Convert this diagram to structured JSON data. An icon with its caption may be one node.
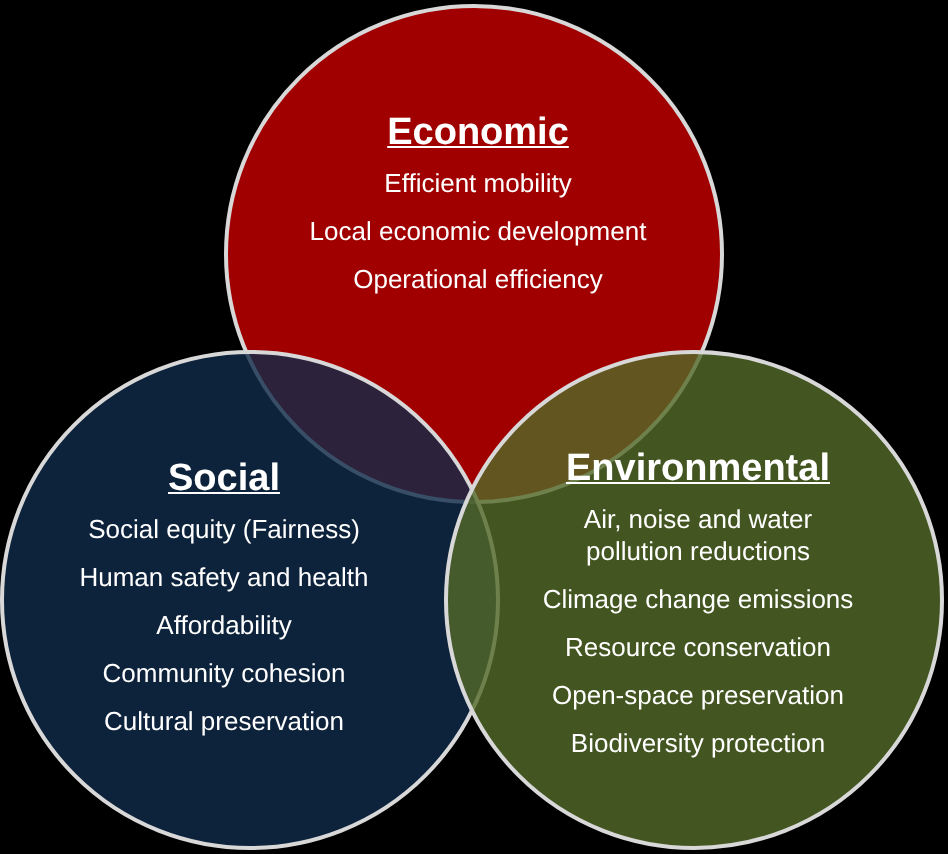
{
  "diagram": {
    "nodes": [
      {
        "text": [
          "Economic",
          "Efficient mobility",
          "Local economic development",
          "Operational efficiency"
        ]
      },
      {
        "text": [
          "Social",
          "Social equity (Fairness)",
          "Human safety and health",
          "Affordability",
          "Community cohesion",
          "Cultural preservation"
        ]
      },
      {
        "text": [
          "Environmental",
          "Air, noise and water pollution reductions",
          "Climage change emissions",
          "Resource conservation",
          "Open-space preservation",
          "Biodiversity protection"
        ]
      }
    ],
    "edges": []
  }
}
